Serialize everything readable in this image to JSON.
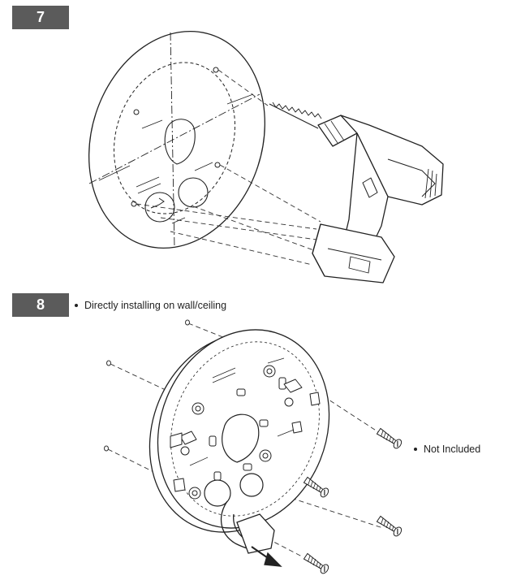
{
  "steps": [
    {
      "number": "7"
    },
    {
      "number": "8",
      "note": "Directly installing on wall/ceiling"
    }
  ],
  "callouts": {
    "not_included": "Not Included"
  }
}
